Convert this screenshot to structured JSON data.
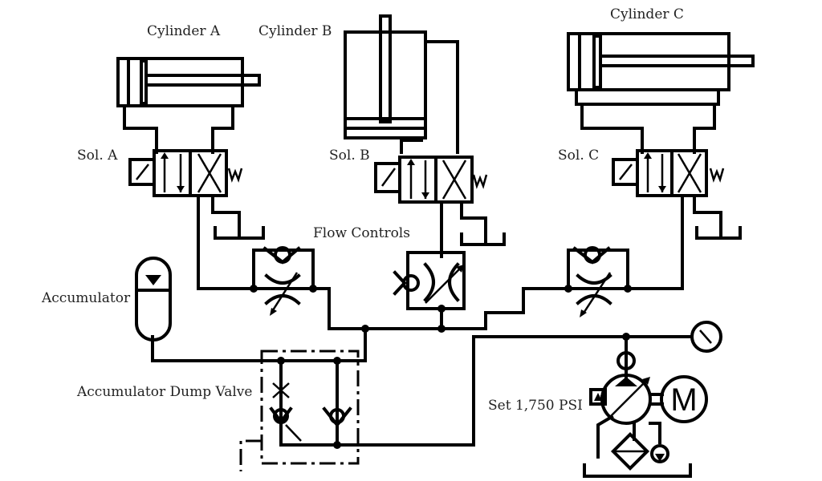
{
  "labels": {
    "cylinder_a": "Cylinder A",
    "cylinder_b": "Cylinder B",
    "cylinder_c": "Cylinder C",
    "sol_a": "Sol. A",
    "sol_b": "Sol. B",
    "sol_c": "Sol. C",
    "flow_controls": "Flow Controls",
    "accumulator": "Accumulator",
    "accumulator_dump_valve": "Accumulator Dump Valve",
    "set_pressure": "Set 1,750 PSI",
    "motor_letter": "M"
  },
  "colors": {
    "line": "#000000",
    "text": "#222222",
    "background": "#ffffff"
  }
}
